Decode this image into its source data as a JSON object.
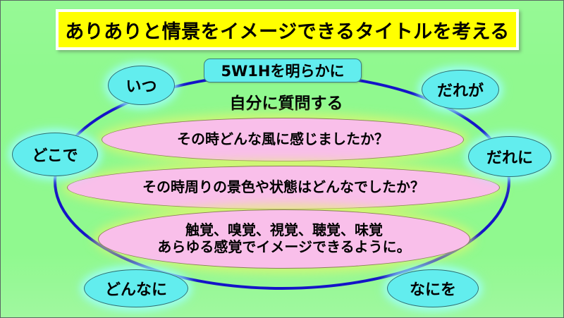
{
  "slide": {
    "title": "ありありと情景をイメージできるタイトルを考える",
    "background_color": "#90f98f",
    "border_color": "#5a6a63"
  },
  "title_bar": {
    "text": "ありありと情景をイメージできるタイトルを考える",
    "fill_color": "#ffff00",
    "border_color": "#ffffff"
  },
  "header": {
    "method_box": "5W1Hを明らかに",
    "method_box_color": "#62edee",
    "instruction": "自分に質問する"
  },
  "ring": {
    "stroke_color": "#1414c8",
    "stroke_width": 4
  },
  "nodes": [
    {
      "id": "itsu",
      "label": "いつ",
      "color": "#62edee"
    },
    {
      "id": "darega",
      "label": "だれが",
      "color": "#62edee"
    },
    {
      "id": "dokode",
      "label": "どこで",
      "color": "#62edee"
    },
    {
      "id": "dareni",
      "label": "だれに",
      "color": "#62edee"
    },
    {
      "id": "donnani",
      "label": "どんなに",
      "color": "#62edee"
    },
    {
      "id": "nanio",
      "label": "なにを",
      "color": "#62edee"
    }
  ],
  "questions": [
    {
      "id": "q1",
      "line1": "その時どんな風に感じましたか？",
      "line2": "",
      "color": "#f9bfea",
      "glow_color": "#e1f56e"
    },
    {
      "id": "q2",
      "line1": "その時周りの景色や状態はどんなでしたか？",
      "line2": "",
      "color": "#f9bfea",
      "glow_color": "#e1f56e"
    },
    {
      "id": "q3",
      "line1": "触覚、嗅覚、視覚、聴覚、味覚",
      "line2": "あらゆる感覚でイメージできるように。",
      "color": "#f9bfea",
      "glow_color": "#e1f56e"
    }
  ]
}
